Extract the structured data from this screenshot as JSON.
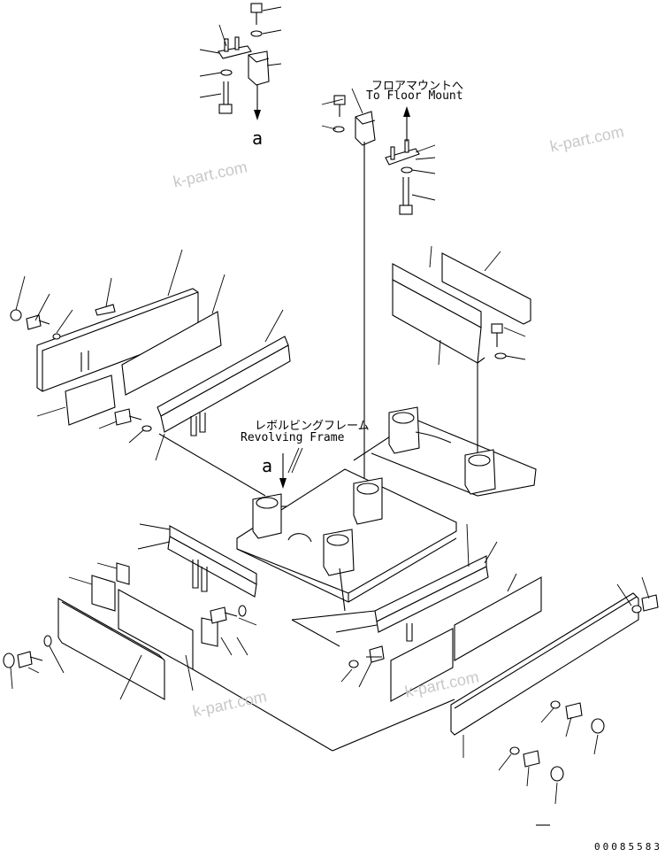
{
  "labels": {
    "floor_mount_jp": "フロアマウントへ",
    "floor_mount_en": "To Floor Mount",
    "revolving_frame_jp": "レボルビングフレーム",
    "revolving_frame_en": "Revolving Frame",
    "ref_a_top": "a",
    "ref_a_frame": "a",
    "part_number": "00085583"
  },
  "watermarks": [
    "k-part.com",
    "k-part.com",
    "k-part.com",
    "k-part.com"
  ]
}
